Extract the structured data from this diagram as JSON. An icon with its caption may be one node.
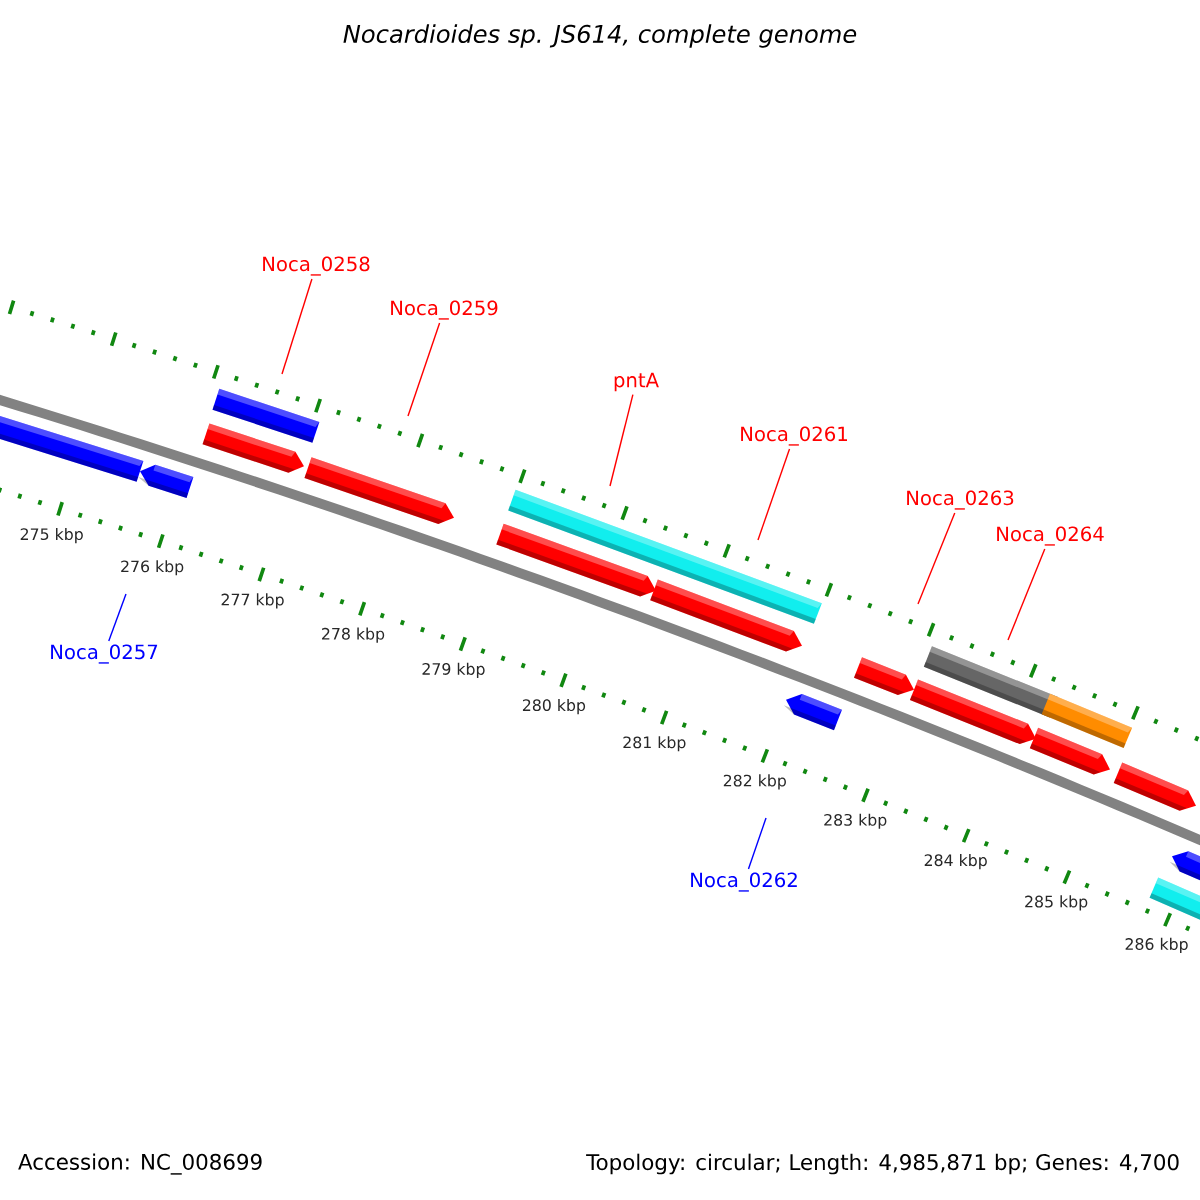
{
  "diagram": {
    "title": "Nocardioides sp. JS614, complete genome",
    "nodes": [
      {
        "text": [
          "Noca_0258"
        ]
      },
      {
        "text": [
          "Noca_0259"
        ]
      },
      {
        "text": [
          "pntA"
        ]
      },
      {
        "text": [
          "Noca_0261"
        ]
      },
      {
        "text": [
          "Noca_0263"
        ]
      },
      {
        "text": [
          "Noca_0264"
        ]
      },
      {
        "text": [
          "Noca_0257"
        ]
      },
      {
        "text": [
          "Noca_0262"
        ]
      }
    ],
    "edges": [
      {
        "from": 0,
        "to": null,
        "arrow": "none"
      },
      {
        "from": 1,
        "to": null,
        "arrow": "none"
      },
      {
        "from": 2,
        "to": null,
        "arrow": "none"
      },
      {
        "from": 3,
        "to": null,
        "arrow": "none"
      },
      {
        "from": 4,
        "to": null,
        "arrow": "none"
      },
      {
        "from": 5,
        "to": null,
        "arrow": "none"
      },
      {
        "from": 6,
        "to": null,
        "arrow": "none",
        "color": "#0000ff"
      },
      {
        "from": 7,
        "to": null,
        "arrow": "none",
        "color": "#0000ff"
      }
    ],
    "labels": [
      "275 kbp",
      "276 kbp",
      "277 kbp",
      "278 kbp",
      "279 kbp",
      "280 kbp",
      "281 kbp",
      "282 kbp",
      "283 kbp",
      "284 kbp",
      "285 kbp",
      "286 kbp",
      "Accession: NC_008699",
      "Topology: circular; Length: 4,985,871 bp; Genes: 4,700"
    ]
  }
}
